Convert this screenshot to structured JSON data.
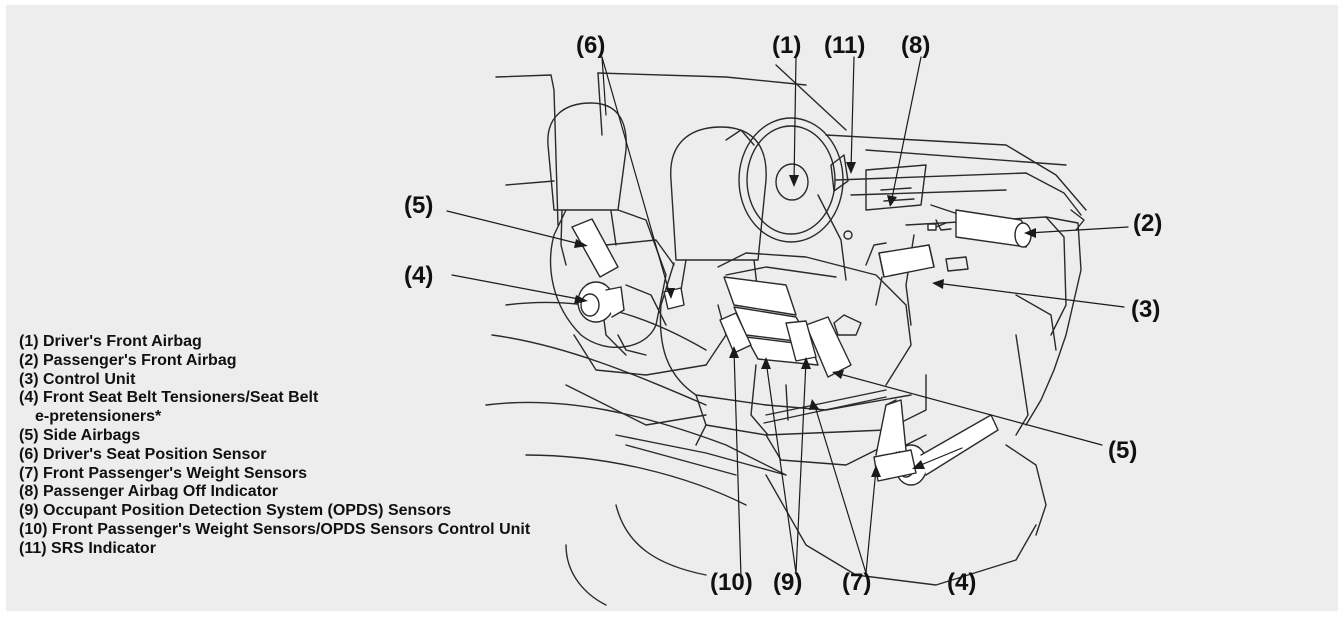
{
  "callouts": {
    "c1": "(1)",
    "c2": "(2)",
    "c3": "(3)",
    "c4_left": "(4)",
    "c4_right": "(4)",
    "c5_left": "(5)",
    "c5_right": "(5)",
    "c6": "(6)",
    "c7": "(7)",
    "c8": "(8)",
    "c9": "(9)",
    "c10": "(10)",
    "c11": "(11)"
  },
  "legend": [
    "(1) Driver's Front Airbag",
    "(2) Passenger's Front Airbag",
    "(3) Control Unit",
    "(4) Front Seat Belt Tensioners/Seat Belt",
    "e-pretensioners*",
    "(5) Side Airbags",
    "(6) Driver's Seat Position Sensor",
    "(7) Front Passenger's Weight Sensors",
    "(8) Passenger Airbag Off Indicator",
    "(9) Occupant Position Detection System (OPDS) Sensors",
    "(10) Front Passenger's Weight Sensors/OPDS Sensors Control Unit",
    "(11) SRS Indicator"
  ],
  "colors": {
    "background": "#ededed",
    "line": "#2a2a2a",
    "text": "#111111"
  }
}
